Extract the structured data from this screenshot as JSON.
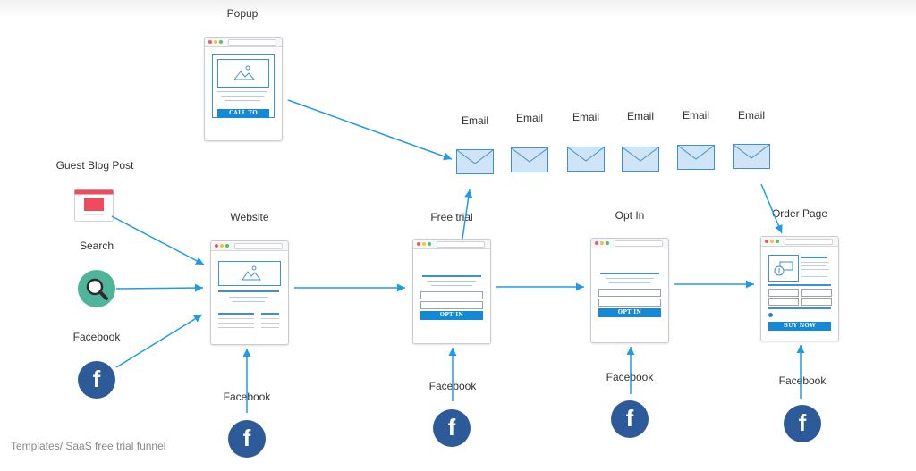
{
  "labels": {
    "popup": "Popup",
    "guest_blog_post": "Guest Blog Post",
    "search": "Search",
    "facebook_left": "Facebook",
    "website": "Website",
    "facebook_website": "Facebook",
    "free_trial": "Free trial",
    "facebook_free_trial": "Facebook",
    "opt_in": "Opt In",
    "facebook_opt_in": "Facebook",
    "order_page": "Order Page",
    "facebook_order": "Facebook"
  },
  "emails": [
    "Email",
    "Email",
    "Email",
    "Email",
    "Email",
    "Email"
  ],
  "buttons": {
    "call_to_action": "CALL TO ACTION",
    "opt_in_1": "OPT IN",
    "opt_in_2": "OPT IN",
    "buy_now": "BUY NOW"
  },
  "facebook_glyph": "f",
  "footer": "Templates/ SaaS free trial funnel",
  "colors": {
    "arrow": "#1e9be9",
    "accent": "#1389d8",
    "facebook": "#2d5b9a",
    "search": "#4fb59a",
    "envelope": "#cfe5f7"
  }
}
